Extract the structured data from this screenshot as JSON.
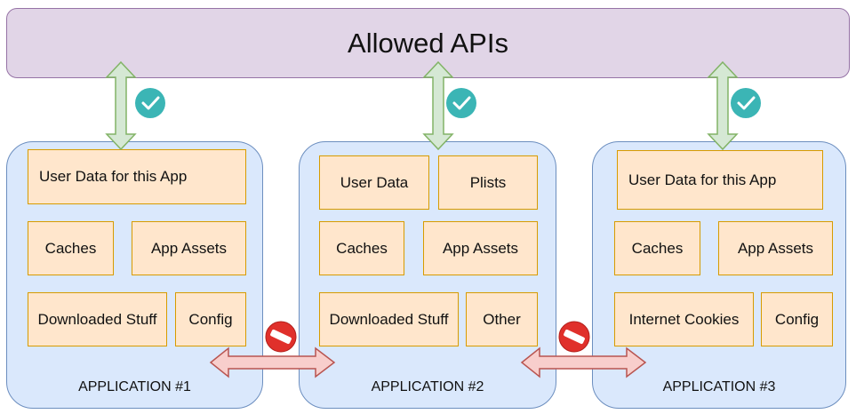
{
  "header": {
    "title": "Allowed APIs"
  },
  "apps": [
    {
      "label": "APPLICATION #1",
      "boxes": [
        "User Data for this App",
        "Caches",
        "App Assets",
        "Downloaded Stuff",
        "Config"
      ]
    },
    {
      "label": "APPLICATION #2",
      "boxes": [
        "User Data",
        "Plists",
        "Caches",
        "App Assets",
        "Downloaded Stuff",
        "Other"
      ]
    },
    {
      "label": "APPLICATION #3",
      "boxes": [
        "User Data for this App",
        "Caches",
        "App Assets",
        "Internet Cookies",
        "Config"
      ]
    }
  ],
  "colors": {
    "api_fill": "#e1d5e7",
    "app_fill": "#dae8fc",
    "box_fill": "#ffe6cc",
    "allowed_arrow": "#d5e8d4",
    "blocked_arrow": "#f8cecc",
    "check_badge": "#3bb5b5",
    "no_entry_badge": "#e0302b"
  },
  "icons": [
    "check-icon",
    "no-entry-icon"
  ]
}
